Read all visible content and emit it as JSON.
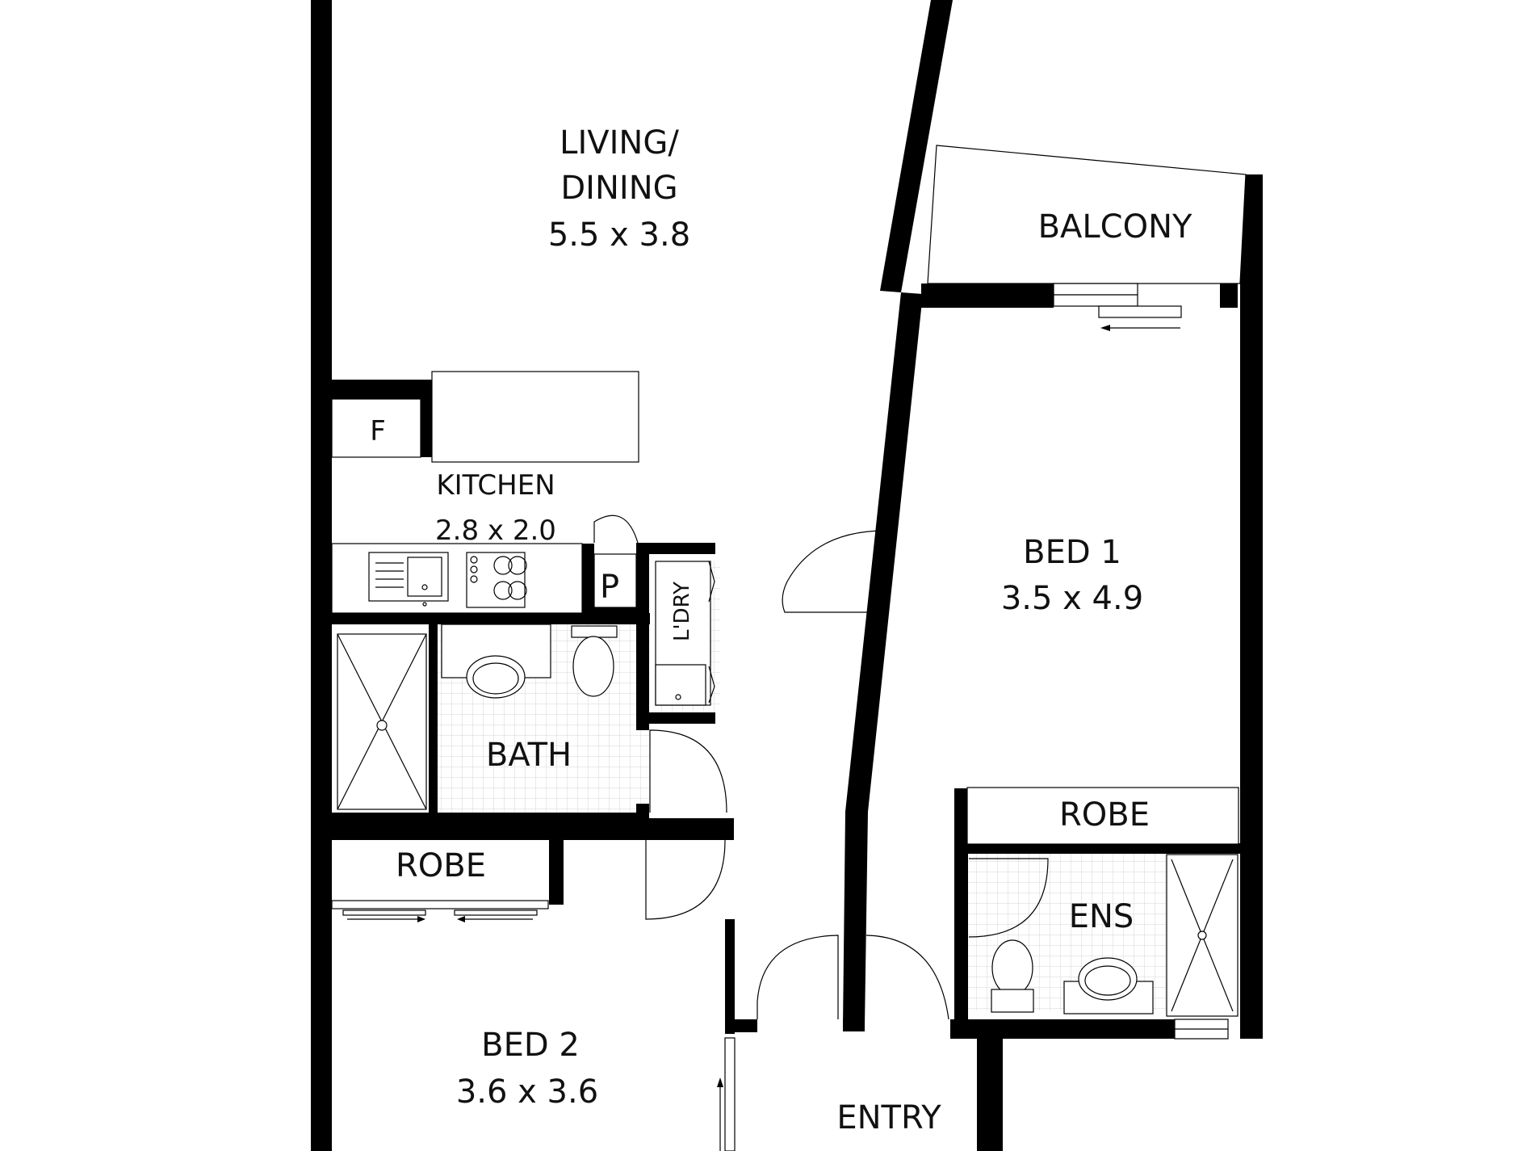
{
  "rooms": {
    "living": {
      "name_line1": "LIVING/",
      "name_line2": "DINING",
      "size": "5.5 x 3.8"
    },
    "balcony": {
      "name": "BALCONY"
    },
    "kitchen": {
      "name": "KITCHEN",
      "size": "2.8 x 2.0"
    },
    "fridge": {
      "name": "F"
    },
    "pantry": {
      "name": "P"
    },
    "laundry": {
      "name": "L'DRY"
    },
    "bath": {
      "name": "BATH"
    },
    "bed1": {
      "name": "BED 1",
      "size": "3.5 x 4.9"
    },
    "robe_bed1": {
      "name": "ROBE"
    },
    "ensuite": {
      "name": "ENS"
    },
    "robe_bed2": {
      "name": "ROBE"
    },
    "bed2": {
      "name": "BED 2",
      "size": "3.6 x 3.6"
    },
    "entry": {
      "name": "ENTRY"
    }
  },
  "colors": {
    "wall": "#000000",
    "background": "#ffffff",
    "tile_grid": "#d6d6d6"
  }
}
